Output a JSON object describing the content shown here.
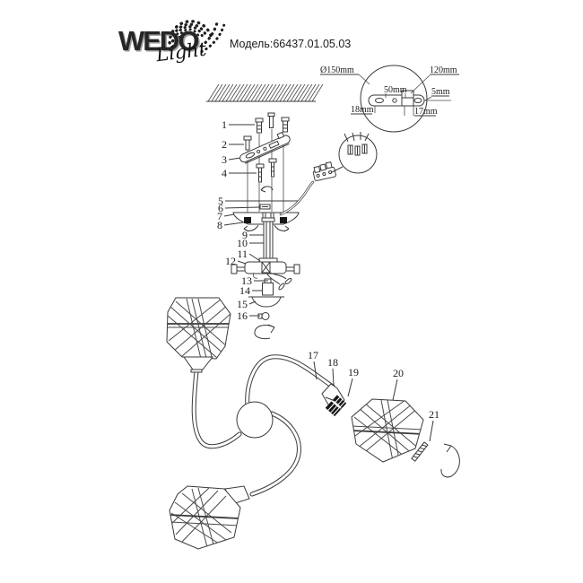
{
  "header": {
    "brand": "WEDO",
    "brand_script": "Light",
    "model_label": "Модель:66437.01.05.03"
  },
  "detail_circle": {
    "diameter": "Ø150mm",
    "plate_width": "120mm",
    "hole_spacing": "50mm",
    "edge_offset": "5mm",
    "left_slot": "18mm",
    "right_slot": "17mm"
  },
  "part_numbers": [
    "1",
    "2",
    "3",
    "4",
    "5",
    "6",
    "7",
    "8",
    "9",
    "10",
    "11",
    "12",
    "13",
    "14",
    "15",
    "16",
    "17",
    "18",
    "19",
    "20",
    "21"
  ]
}
